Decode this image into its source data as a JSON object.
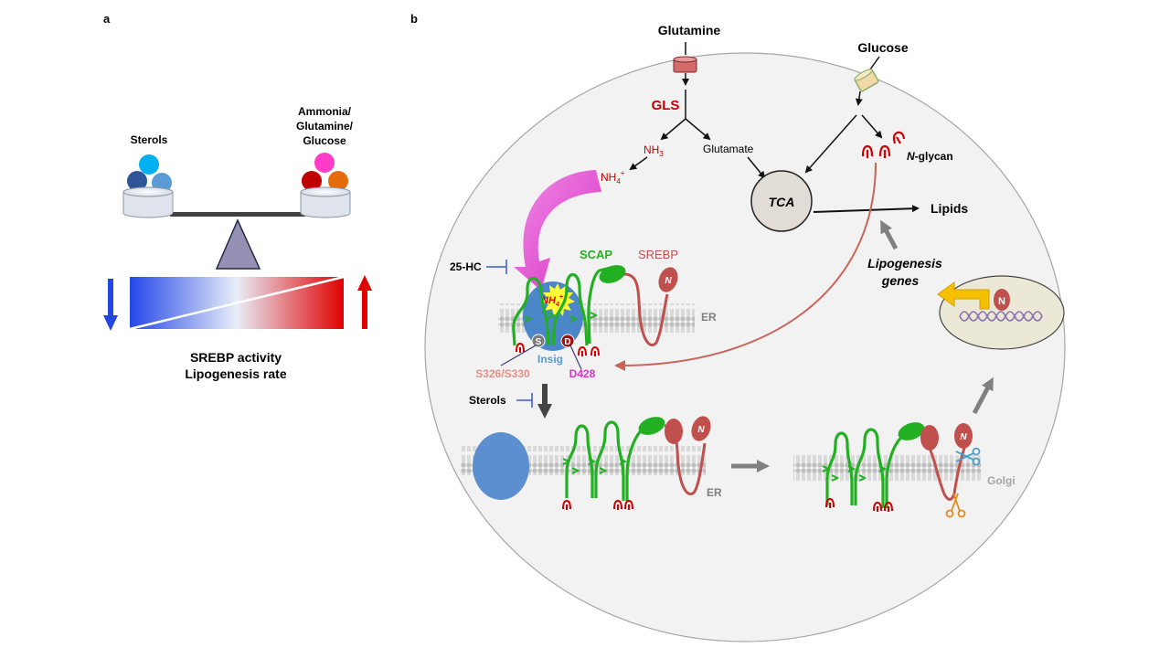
{
  "panel_a": {
    "label": "a",
    "left_group": "Sterols",
    "right_group_line1": "Ammonia/",
    "right_group_line2": "Glutamine/",
    "right_group_line3": "Glucose",
    "caption_line1": "SREBP activity",
    "caption_line2": "Lipogenesis rate",
    "colors": {
      "sterol_balls": [
        "#00b0f0",
        "#2f5597",
        "#5b9bd5"
      ],
      "right_balls": [
        "#ff3cc7",
        "#c00000",
        "#e46c0a"
      ],
      "fulcrum": "#9590b4",
      "down_arrow": "#2446e0",
      "up_arrow": "#e00000"
    }
  },
  "panel_b": {
    "label": "b",
    "glutamine": "Glutamine",
    "glucose": "Glucose",
    "gls": "GLS",
    "nh3_base": "NH",
    "nh3_sub": "3",
    "nh4_base": "NH",
    "nh4_sub": "4",
    "nh4_sup": "+",
    "glutamate": "Glutamate",
    "n_glycan_prefix": "N",
    "n_glycan_rest": "-glycan",
    "tca": "TCA",
    "lipids": "Lipids",
    "lipogenesis_line1": "Lipogenesis",
    "lipogenesis_line2": "genes",
    "hc25": "25-HC",
    "scap": "SCAP",
    "srebp": "SREBP",
    "er": "ER",
    "er2": "ER",
    "golgi": "Golgi",
    "insig": "Insig",
    "s326": "S326/S330",
    "d428": "D428",
    "sterols": "Sterols",
    "s_mark": "S",
    "d_mark": "D",
    "n_mark": "N",
    "colors": {
      "scap_green": "#22b022",
      "srebp_red": "#c0504d",
      "nh4_label": "#e00000",
      "gls": "#c00000",
      "insig_blue": "#4a86c8",
      "nh4_arrow": "#e43fd0",
      "lipo_arrow_yellow": "#f5c000",
      "cell": "#f2f2f2"
    }
  }
}
